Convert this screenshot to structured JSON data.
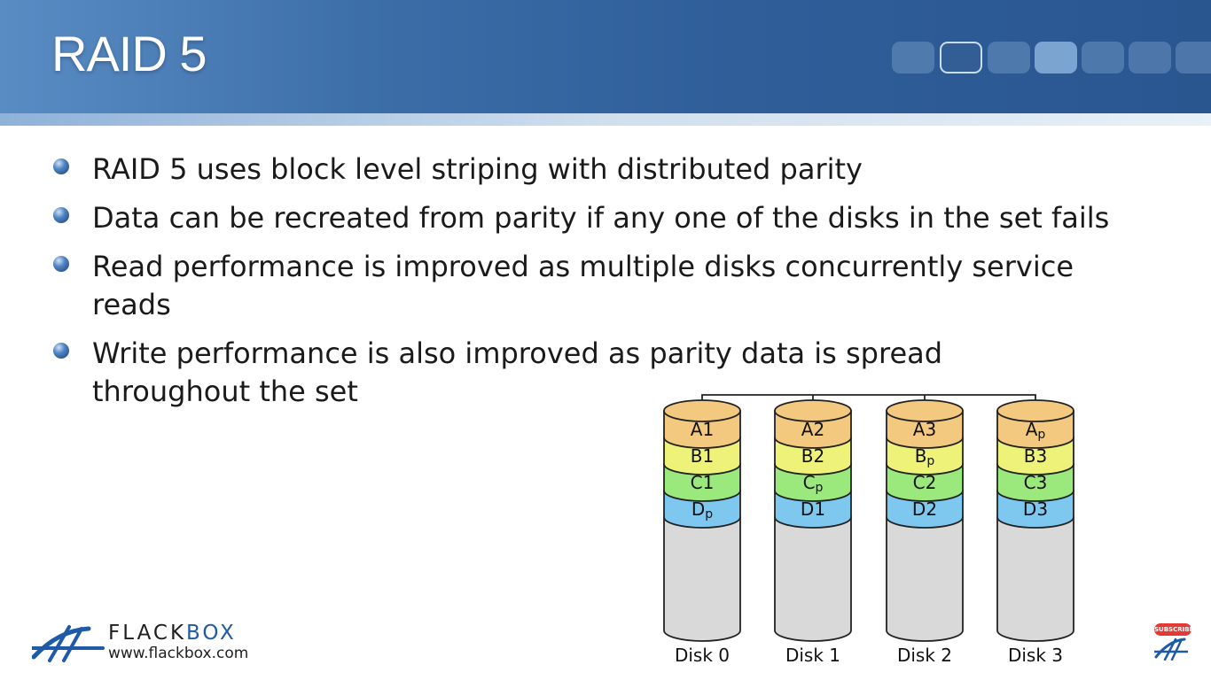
{
  "slide": {
    "title": "RAID 5",
    "bullets": [
      "RAID 5 uses block level striping with distributed parity",
      "Data can be recreated from parity if any one of the disks in the set fails",
      "Read performance is improved as multiple disks concurrently service reads",
      "Write performance is also improved as parity data is spread throughout the set"
    ]
  },
  "diagram": {
    "colors": {
      "A": "#f3c97f",
      "B": "#eef279",
      "C": "#9be87c",
      "D": "#7ec8f0",
      "empty": "#d9d9d9"
    },
    "disks": [
      {
        "label": "Disk 0",
        "blocks": [
          {
            "row": "A",
            "main": "A",
            "sub": "1",
            "parity": false
          },
          {
            "row": "B",
            "main": "B",
            "sub": "1",
            "parity": false
          },
          {
            "row": "C",
            "main": "C",
            "sub": "1",
            "parity": false
          },
          {
            "row": "D",
            "main": "D",
            "sub": "p",
            "parity": true
          }
        ]
      },
      {
        "label": "Disk 1",
        "blocks": [
          {
            "row": "A",
            "main": "A",
            "sub": "2",
            "parity": false
          },
          {
            "row": "B",
            "main": "B",
            "sub": "2",
            "parity": false
          },
          {
            "row": "C",
            "main": "C",
            "sub": "p",
            "parity": true
          },
          {
            "row": "D",
            "main": "D",
            "sub": "1",
            "parity": false
          }
        ]
      },
      {
        "label": "Disk 2",
        "blocks": [
          {
            "row": "A",
            "main": "A",
            "sub": "3",
            "parity": false
          },
          {
            "row": "B",
            "main": "B",
            "sub": "p",
            "parity": true
          },
          {
            "row": "C",
            "main": "C",
            "sub": "2",
            "parity": false
          },
          {
            "row": "D",
            "main": "D",
            "sub": "2",
            "parity": false
          }
        ]
      },
      {
        "label": "Disk 3",
        "blocks": [
          {
            "row": "A",
            "main": "A",
            "sub": "p",
            "parity": true
          },
          {
            "row": "B",
            "main": "B",
            "sub": "3",
            "parity": false
          },
          {
            "row": "C",
            "main": "C",
            "sub": "3",
            "parity": false
          },
          {
            "row": "D",
            "main": "D",
            "sub": "3",
            "parity": false
          }
        ]
      }
    ]
  },
  "branding": {
    "logo_word_1": "FLACK",
    "logo_word_2": "BOX",
    "url": "www.flackbox.com",
    "subscribe_label": "SUBSCRIBE"
  }
}
